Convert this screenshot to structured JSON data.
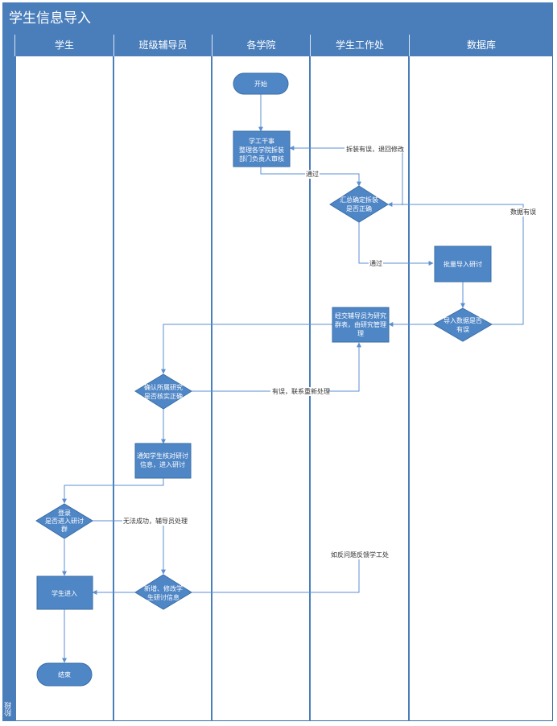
{
  "diagram": {
    "title": "学生信息导入",
    "phase_label": "阶段",
    "lanes": [
      "学生",
      "班级辅导员",
      "各学院",
      "学生工作处",
      "数据库"
    ],
    "nodes": {
      "start": "开始",
      "college_compile": [
        "学工干事",
        "整理各学院拆装",
        "部门负责人审核"
      ],
      "check_correct": [
        "汇总确定拆装",
        "是否正确"
      ],
      "batch_import": "批量导入研讨",
      "import_success": [
        "导入数据是否",
        "有误"
      ],
      "feedback_dispatch": [
        "经交辅导员为研究",
        "群表，由研究管理",
        "理"
      ],
      "confirm_class": [
        "确认所属研究",
        "是否核实正确"
      ],
      "notify_students": [
        "通知学生核对研讨",
        "信息，进入研讨"
      ],
      "student_check": [
        "登录",
        "是否进入研讨",
        "群"
      ],
      "fix_info": [
        "新增、修改学",
        "生研讨信息"
      ],
      "student_enter": "学生进入",
      "end": "结束"
    },
    "edge_labels": {
      "error_return": "拆装有误，退回修改",
      "pass_1": "通过",
      "data_error": "数据有误",
      "pass_2": "通过",
      "error_reprocess": "有误，联系重新处理",
      "cannot_success": "无法成功，辅导员处理",
      "report_issue": "如反问题反馈学工处"
    }
  },
  "colors": {
    "header": "#4a7ebb",
    "node_fill": "#4f86c6",
    "line": "#5b8fd0",
    "lane_border": "#4a7ebb"
  }
}
